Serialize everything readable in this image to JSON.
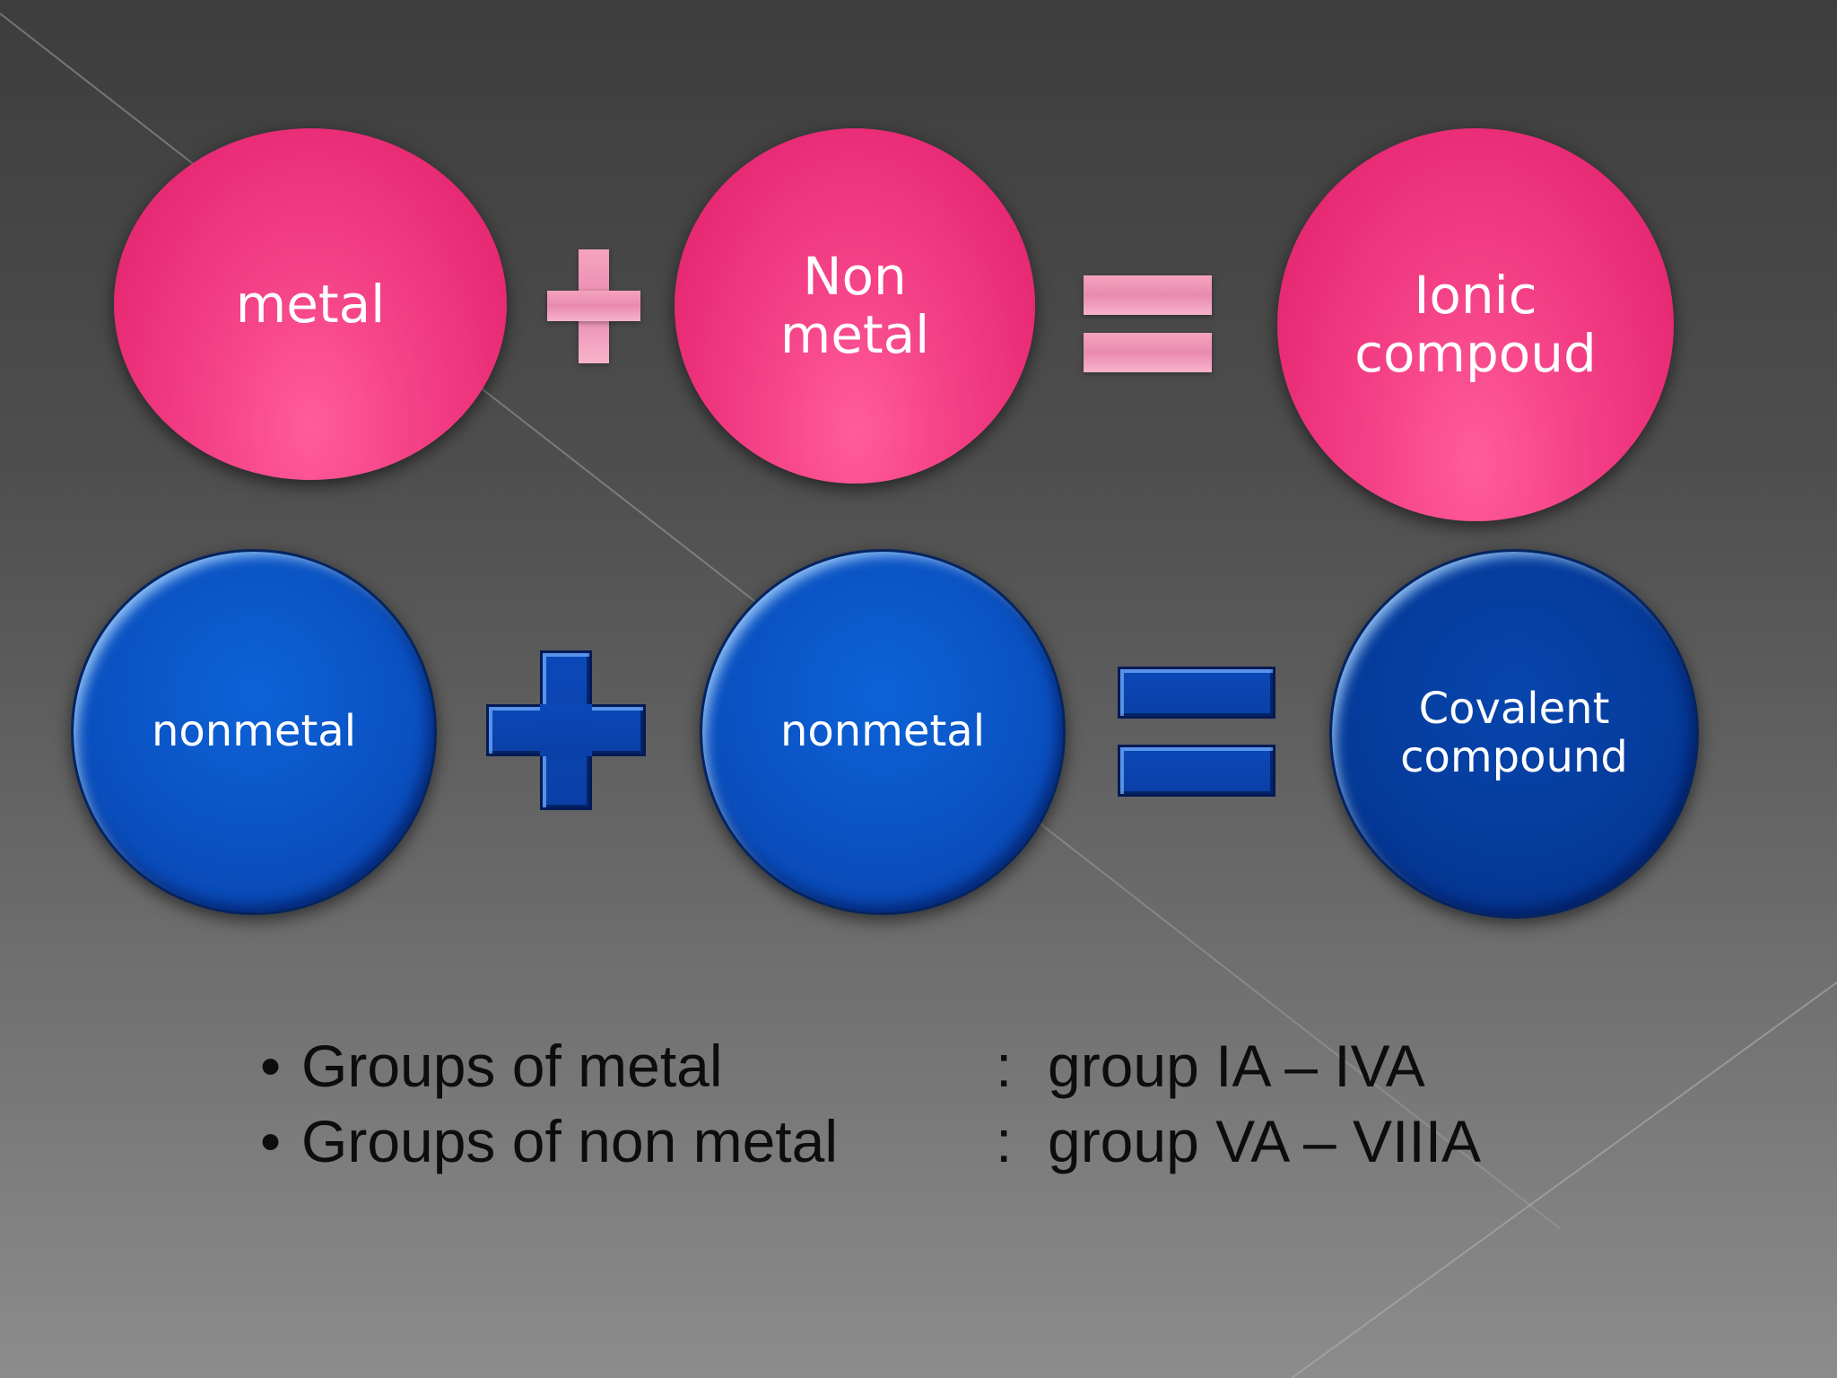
{
  "ionic_row": {
    "left": "metal",
    "operator": "plus",
    "right": "Non\nmetal",
    "result_operator": "equals",
    "result": "Ionic\ncompoud",
    "color": "#e8246f"
  },
  "covalent_row": {
    "left": "nonmetal",
    "operator": "plus",
    "right": "nonmetal",
    "result_operator": "equals",
    "result": "Covalent\ncompound",
    "color": "#0a4fbf"
  },
  "notes": [
    {
      "bullet": "•",
      "topic": "Groups of metal",
      "separator": ":",
      "value": "group IA – IVA"
    },
    {
      "bullet": "•",
      "topic": "Groups of non metal",
      "separator": ":",
      "value": "group VA – VIIIA"
    }
  ],
  "icons": {
    "plus": "plus-icon",
    "equals": "equals-icon"
  }
}
